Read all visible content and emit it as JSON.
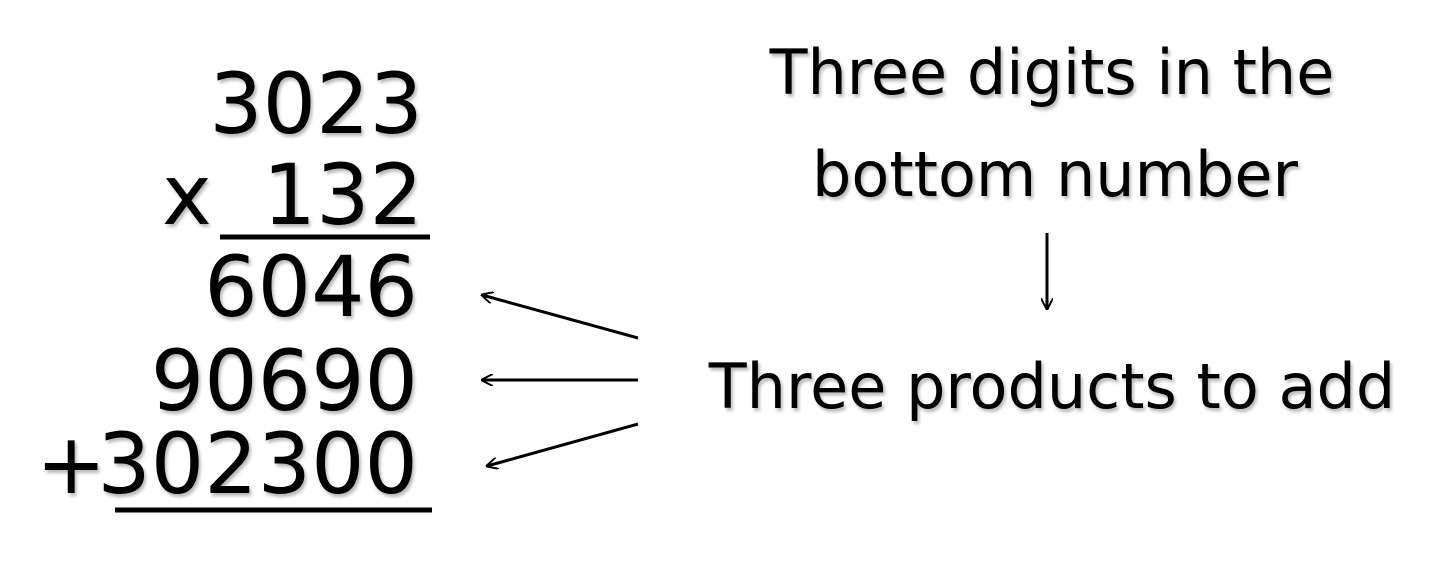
{
  "problem": {
    "multiplicand": "3023",
    "multiplier_sign": "x",
    "multiplier": "132",
    "partial_products": [
      "6046",
      "90690",
      "302300"
    ],
    "plus_sign": "+"
  },
  "annotations": {
    "top_line1": "Three digits in the",
    "top_line2": "bottom number",
    "bottom": "Three products to add"
  },
  "colors": {
    "text": "#000000",
    "background": "#ffffff"
  }
}
